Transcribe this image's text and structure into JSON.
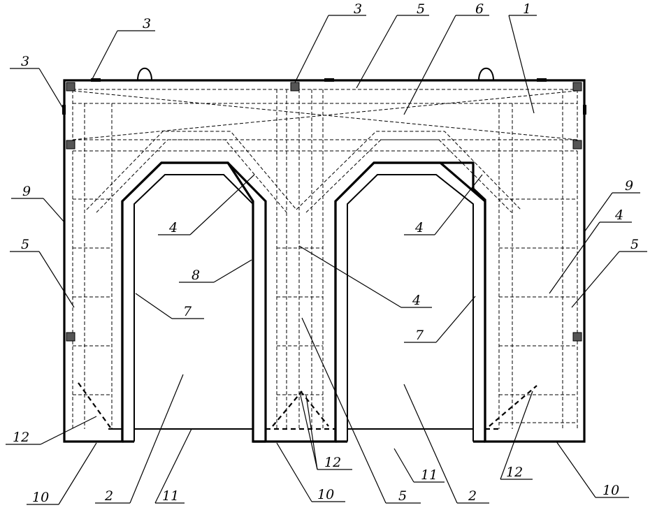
{
  "labels": [
    {
      "id": "3a",
      "text": "3"
    },
    {
      "id": "3b",
      "text": "3"
    },
    {
      "id": "3c",
      "text": "3"
    },
    {
      "id": "5a",
      "text": "5"
    },
    {
      "id": "6",
      "text": "6"
    },
    {
      "id": "1",
      "text": "1"
    },
    {
      "id": "9a",
      "text": "9"
    },
    {
      "id": "9b",
      "text": "9"
    },
    {
      "id": "4a",
      "text": "4"
    },
    {
      "id": "4b",
      "text": "4"
    },
    {
      "id": "4c",
      "text": "4"
    },
    {
      "id": "4d",
      "text": "4"
    },
    {
      "id": "5b",
      "text": "5"
    },
    {
      "id": "5c",
      "text": "5"
    },
    {
      "id": "8",
      "text": "8"
    },
    {
      "id": "7a",
      "text": "7"
    },
    {
      "id": "7b",
      "text": "7"
    },
    {
      "id": "2a",
      "text": "2"
    },
    {
      "id": "2b",
      "text": "2"
    },
    {
      "id": "12a",
      "text": "12"
    },
    {
      "id": "12b",
      "text": "12"
    },
    {
      "id": "12c",
      "text": "12"
    },
    {
      "id": "10a",
      "text": "10"
    },
    {
      "id": "10b",
      "text": "10"
    },
    {
      "id": "10c",
      "text": "10"
    },
    {
      "id": "11a",
      "text": "11"
    },
    {
      "id": "11b",
      "text": "11"
    },
    {
      "id": "5d",
      "text": "5"
    }
  ]
}
